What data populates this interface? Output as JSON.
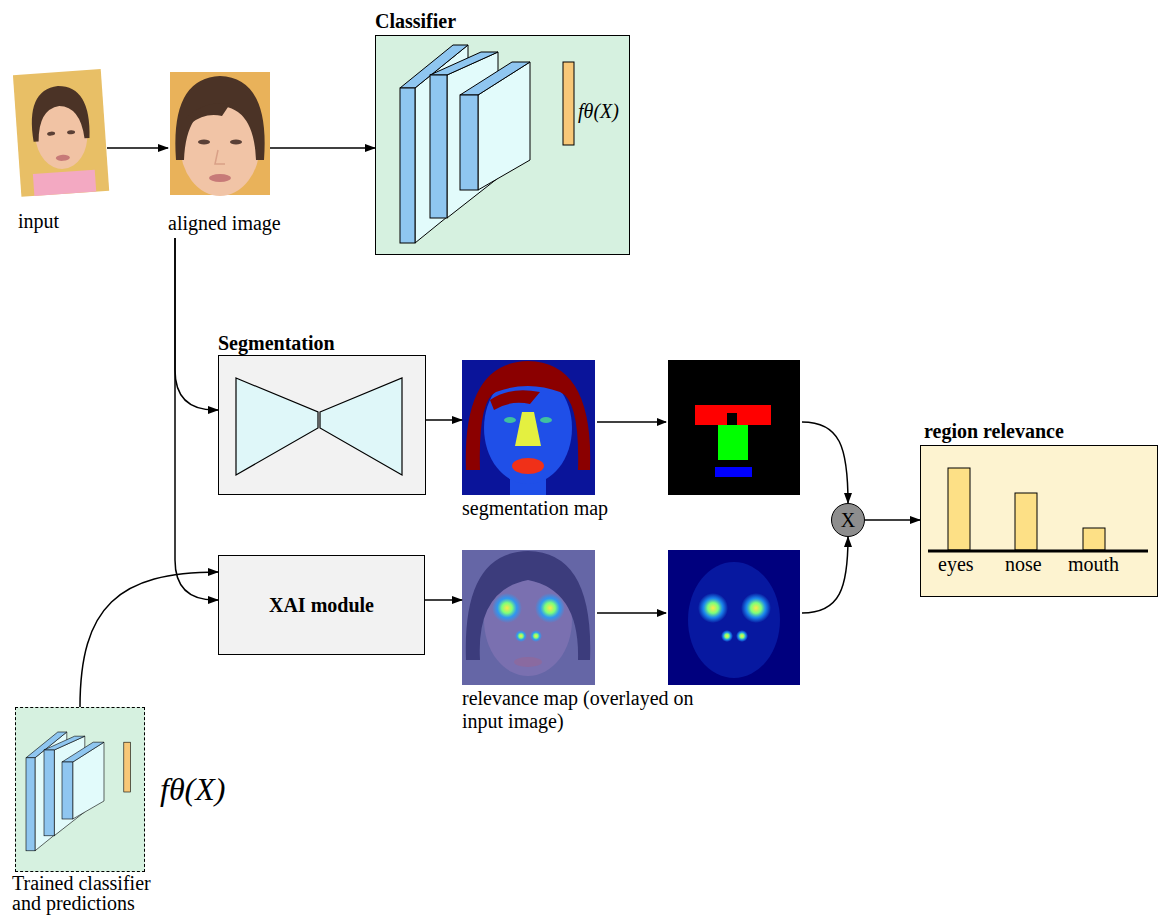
{
  "diagram": {
    "nodes": [
      {
        "text": [
          "input"
        ]
      },
      {
        "text": [
          "aligned image"
        ]
      },
      {
        "text": [
          "Classifier",
          "fθ(X)"
        ]
      },
      {
        "text": [
          "Segmentation"
        ]
      },
      {
        "text": [
          "segmentation map"
        ]
      },
      {
        "text": [
          "XAI module"
        ]
      },
      {
        "text": [
          "relevance map (overlayed on input image)"
        ]
      },
      {
        "text": [
          "X"
        ]
      },
      {
        "text": [
          "region relevance",
          "eyes",
          "nose",
          "mouth"
        ]
      },
      {
        "text": [
          "fθ(X)",
          "Trained classifier and predictions"
        ]
      }
    ],
    "edges": [
      {
        "from": 0,
        "to": 1,
        "arrow": "to"
      },
      {
        "from": 1,
        "to": 2,
        "arrow": "to"
      },
      {
        "from": 1,
        "to": 3,
        "arrow": "to"
      },
      {
        "from": 3,
        "to": 4,
        "arrow": "to"
      },
      {
        "from": 1,
        "to": 5,
        "arrow": "to"
      },
      {
        "from": 9,
        "to": 5,
        "arrow": "to"
      },
      {
        "from": 5,
        "to": 6,
        "arrow": "to"
      },
      {
        "from": 4,
        "to": 7,
        "arrow": "to"
      },
      {
        "from": 6,
        "to": 7,
        "arrow": "to"
      },
      {
        "from": 7,
        "to": 8,
        "arrow": "to"
      }
    ]
  }
}
